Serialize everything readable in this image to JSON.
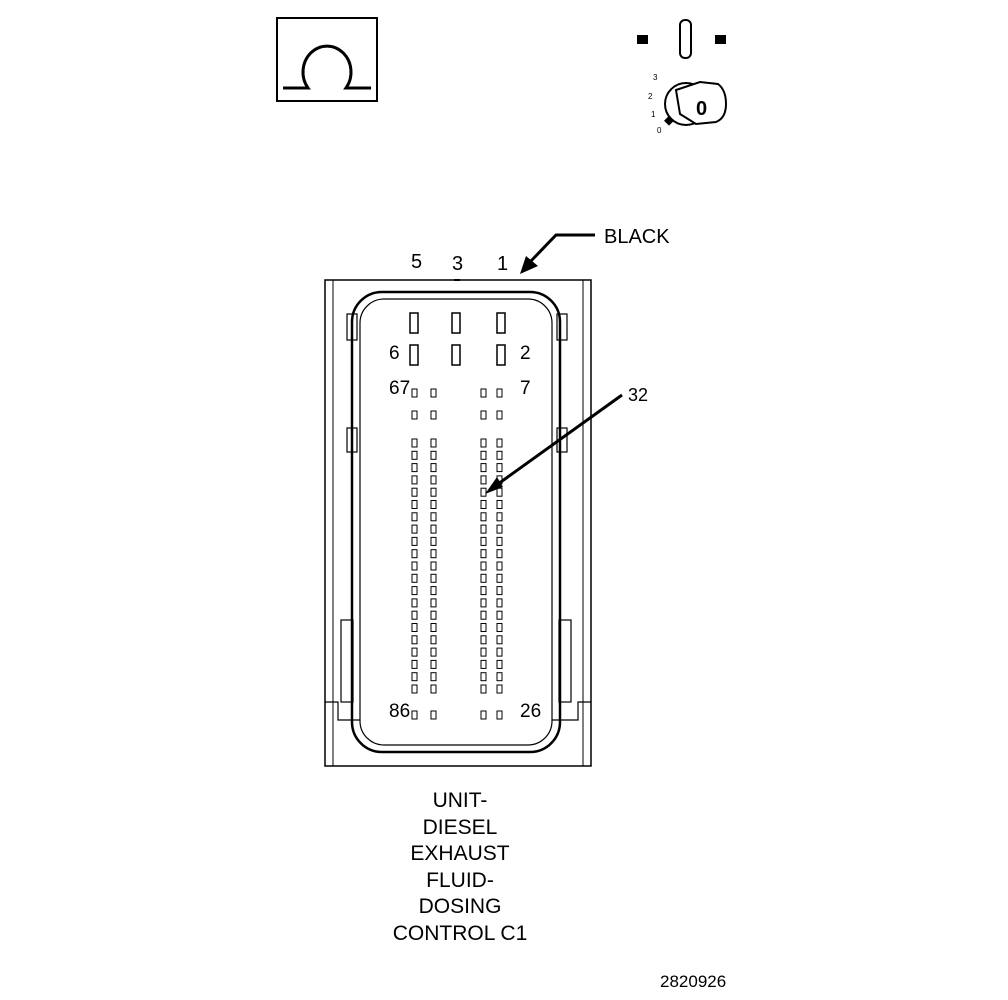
{
  "connector": {
    "color_label": "BLACK",
    "pin_labels": {
      "p5": "5",
      "p3": "3",
      "p1": "1",
      "p6": "6",
      "p2": "2",
      "p67": "67",
      "p7": "7",
      "p86": "86",
      "p26": "26",
      "p32": "32"
    }
  },
  "key_switch": {
    "positions": [
      "3",
      "2",
      "1",
      "0"
    ],
    "key_label": "0"
  },
  "caption_lines": [
    "UNIT-",
    "DIESEL",
    "EXHAUST",
    "FLUID-",
    "DOSING",
    "CONTROL C1"
  ],
  "figure_id": "2820926"
}
